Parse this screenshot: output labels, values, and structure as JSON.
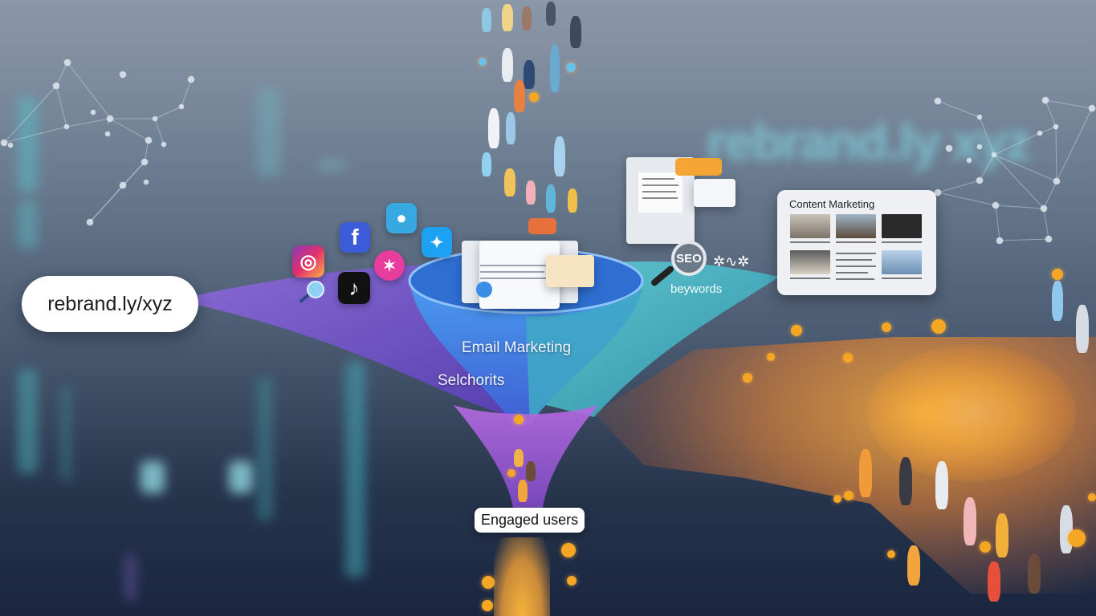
{
  "background": {
    "blurred_brand_text": "rebrand.ly xyz",
    "colors": {
      "top": "#8b98a9",
      "bottom": "#1a2640",
      "accent_teal": "#7fd3df"
    }
  },
  "url_pill": {
    "text": "rebrand.ly/xyz"
  },
  "funnel": {
    "labels": {
      "email_marketing": "Email Marketing",
      "selchorits": "Selchorits",
      "keywords": "beywords",
      "engaged_users": "Engaged users"
    },
    "colors": {
      "purple": "#7b4fd0",
      "blue": "#3a7fe0",
      "teal": "#4bb8c4",
      "magenta": "#b05ad8"
    }
  },
  "seo_badge": {
    "text": "SEO"
  },
  "content_card": {
    "title": "Content Marketing",
    "thumbnails": [
      "woman-presenter",
      "woman-speaker",
      "video-play",
      "man-presenter",
      "text-article",
      "man-smiling"
    ]
  },
  "social_icons": {
    "facebook": {
      "glyph": "f",
      "color": "#3b5bd9"
    },
    "instagram": {
      "glyph": "◎",
      "color": "#e1306c"
    },
    "tiktok": {
      "glyph": "♪",
      "color": "#111111"
    },
    "twitter": {
      "glyph": "🐦",
      "color": "#1da1f2"
    },
    "user": {
      "glyph": "👤",
      "color": "#38a8e0"
    },
    "pink": {
      "glyph": "✶",
      "color": "#e83d9e"
    },
    "search": {
      "glyph": "🔍"
    }
  },
  "crowd": {
    "glow_color": "#ffc445",
    "coin_color": "#f5a623"
  }
}
